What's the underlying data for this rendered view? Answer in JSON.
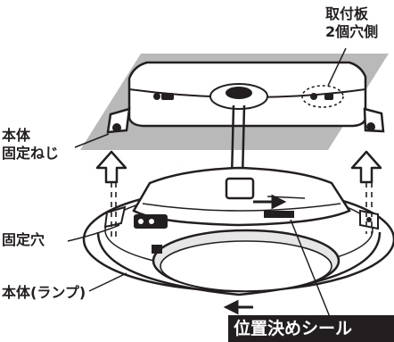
{
  "labels": {
    "mounting_plate_line1": "取付板",
    "mounting_plate_line2": "2個穴側",
    "body_fixing_screw_line1": "本体",
    "body_fixing_screw_line2": "固定ねじ",
    "fixing_hole": "固定穴",
    "body_lamp": "本体(ランプ)",
    "positioning_seal": "位置決めシール"
  },
  "colors": {
    "line": "#231f20",
    "ceiling_plate": "#b9b9b9",
    "dial_fill": "#e6e6e6",
    "seal_bar": "#231f20",
    "seal_text": "#ffffff"
  }
}
